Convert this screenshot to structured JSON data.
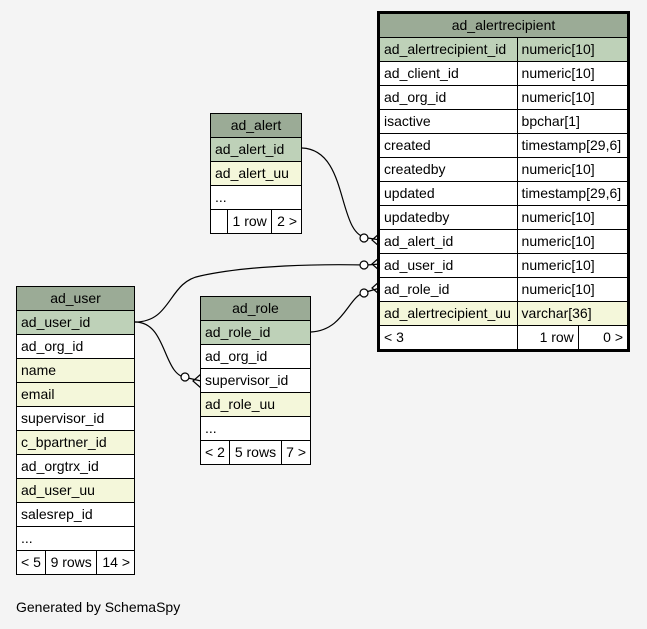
{
  "footer": {
    "generated": "Generated by SchemaSpy"
  },
  "tables": {
    "ad_alertrecipient": {
      "name": "ad_alertrecipient",
      "columns": [
        {
          "name": "ad_alertrecipient_id",
          "type": "numeric[10]",
          "kind": "pk"
        },
        {
          "name": "ad_client_id",
          "type": "numeric[10]",
          "kind": "plain"
        },
        {
          "name": "ad_org_id",
          "type": "numeric[10]",
          "kind": "plain"
        },
        {
          "name": "isactive",
          "type": "bpchar[1]",
          "kind": "plain"
        },
        {
          "name": "created",
          "type": "timestamp[29,6]",
          "kind": "plain"
        },
        {
          "name": "createdby",
          "type": "numeric[10]",
          "kind": "plain"
        },
        {
          "name": "updated",
          "type": "timestamp[29,6]",
          "kind": "plain"
        },
        {
          "name": "updatedby",
          "type": "numeric[10]",
          "kind": "plain"
        },
        {
          "name": "ad_alert_id",
          "type": "numeric[10]",
          "kind": "plain"
        },
        {
          "name": "ad_user_id",
          "type": "numeric[10]",
          "kind": "plain"
        },
        {
          "name": "ad_role_id",
          "type": "numeric[10]",
          "kind": "plain"
        },
        {
          "name": "ad_alertrecipient_uu",
          "type": "varchar[36]",
          "kind": "fk"
        }
      ],
      "footer": {
        "parents": "< 3",
        "rows": "1 row",
        "children": "0 >"
      }
    },
    "ad_alert": {
      "name": "ad_alert",
      "columns": [
        {
          "name": "ad_alert_id",
          "kind": "pk"
        },
        {
          "name": "ad_alert_uu",
          "kind": "fk"
        },
        {
          "name": "...",
          "kind": "plain"
        }
      ],
      "footer": {
        "parents": "",
        "rows": "1 row",
        "children": "2 >"
      }
    },
    "ad_user": {
      "name": "ad_user",
      "columns": [
        {
          "name": "ad_user_id",
          "kind": "pk"
        },
        {
          "name": "ad_org_id",
          "kind": "plain"
        },
        {
          "name": "name",
          "kind": "fk"
        },
        {
          "name": "email",
          "kind": "fk"
        },
        {
          "name": "supervisor_id",
          "kind": "plain"
        },
        {
          "name": "c_bpartner_id",
          "kind": "fk"
        },
        {
          "name": "ad_orgtrx_id",
          "kind": "plain"
        },
        {
          "name": "ad_user_uu",
          "kind": "fk"
        },
        {
          "name": "salesrep_id",
          "kind": "plain"
        },
        {
          "name": "...",
          "kind": "plain"
        }
      ],
      "footer": {
        "parents": "< 5",
        "rows": "9 rows",
        "children": "14 >"
      }
    },
    "ad_role": {
      "name": "ad_role",
      "columns": [
        {
          "name": "ad_role_id",
          "kind": "pk"
        },
        {
          "name": "ad_org_id",
          "kind": "plain"
        },
        {
          "name": "supervisor_id",
          "kind": "plain"
        },
        {
          "name": "ad_role_uu",
          "kind": "fk"
        },
        {
          "name": "...",
          "kind": "plain"
        }
      ],
      "footer": {
        "parents": "< 2",
        "rows": "5 rows",
        "children": "7 >"
      }
    }
  }
}
